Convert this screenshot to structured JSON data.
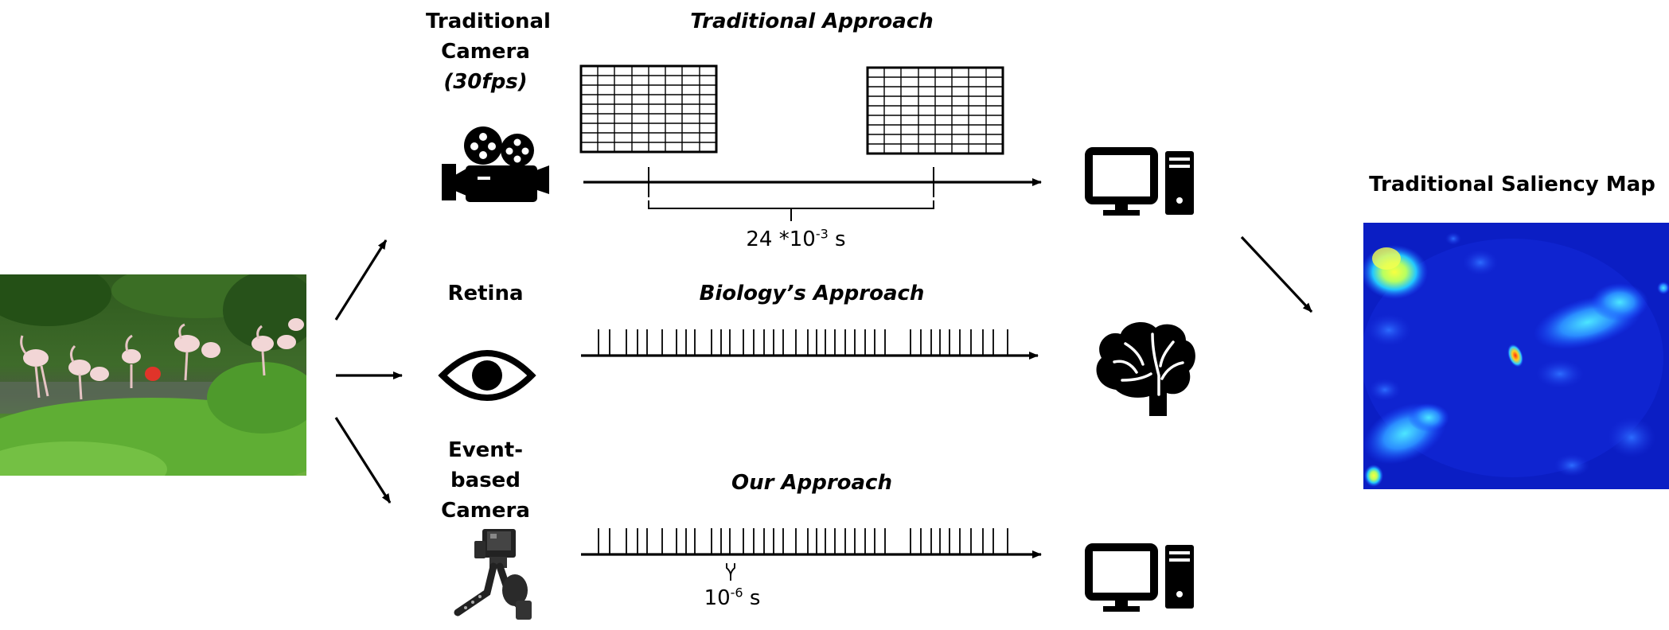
{
  "sources": {
    "traditional_camera": {
      "title": "Traditional Camera",
      "rate": "(30fps)"
    },
    "retina": {
      "title": "Retina"
    },
    "event_camera": {
      "title": "Event-based Camera"
    }
  },
  "approaches": {
    "traditional": "Traditional Approach",
    "biology": "Biology’s Approach",
    "ours": "Our Approach"
  },
  "timing": {
    "frame_interval_base": "24 *10",
    "frame_interval_exp": "-3",
    "frame_interval_unit": " s",
    "event_interval_base": "10",
    "event_interval_exp": "-6",
    "event_interval_unit": " s"
  },
  "output": {
    "title": "Traditional Saliency Map"
  },
  "icons": {
    "input": "scene-photo-icon",
    "camera": "movie-camera-icon",
    "eye": "eye-icon",
    "event_camera": "event-camera-icon",
    "computer": "desktop-computer-icon",
    "brain": "brain-icon"
  },
  "colors": {
    "ink": "#000000",
    "saliency_background": "#0a1fc8",
    "saliency_hot": "#f6ff3a"
  }
}
